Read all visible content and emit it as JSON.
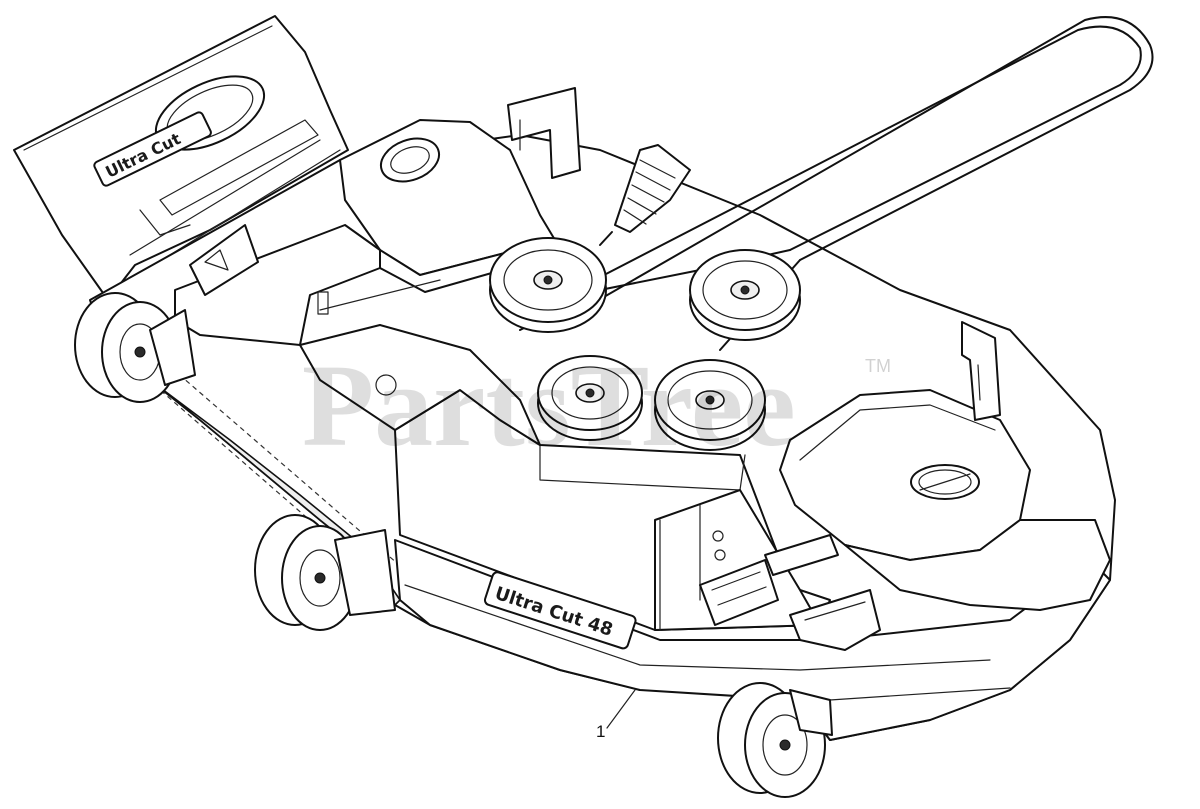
{
  "callout": {
    "number": "1"
  },
  "watermark": {
    "text": "PartsTree",
    "trademark": "TM"
  },
  "decals": {
    "deck_model": "Ultra Cut 48",
    "discharge_chute": "Ultra Cut"
  },
  "colors": {
    "line": "#111111",
    "watermark": "#bdbdbd",
    "background": "#ffffff"
  }
}
